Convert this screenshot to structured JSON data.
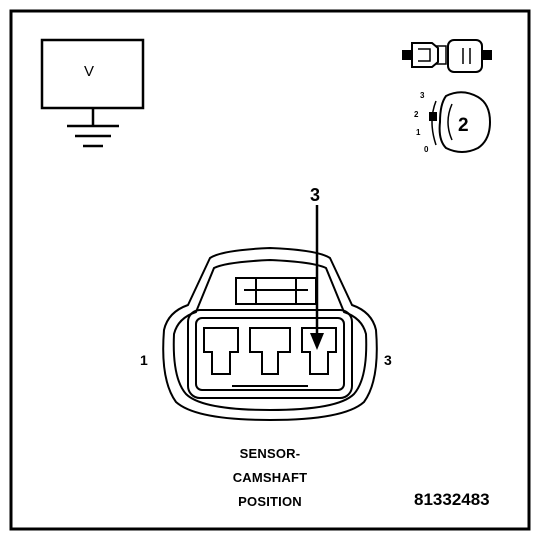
{
  "voltmeter": {
    "symbol": "V"
  },
  "probe_icon": {
    "number": "2",
    "scale": [
      "3",
      "2",
      "1",
      "0"
    ]
  },
  "connector": {
    "pin_left": "1",
    "pin_right": "3",
    "callout": "3"
  },
  "caption": {
    "line1": "SENSOR-",
    "line2": "CAMSHAFT",
    "line3": "POSITION"
  },
  "figure_id": "81332483"
}
